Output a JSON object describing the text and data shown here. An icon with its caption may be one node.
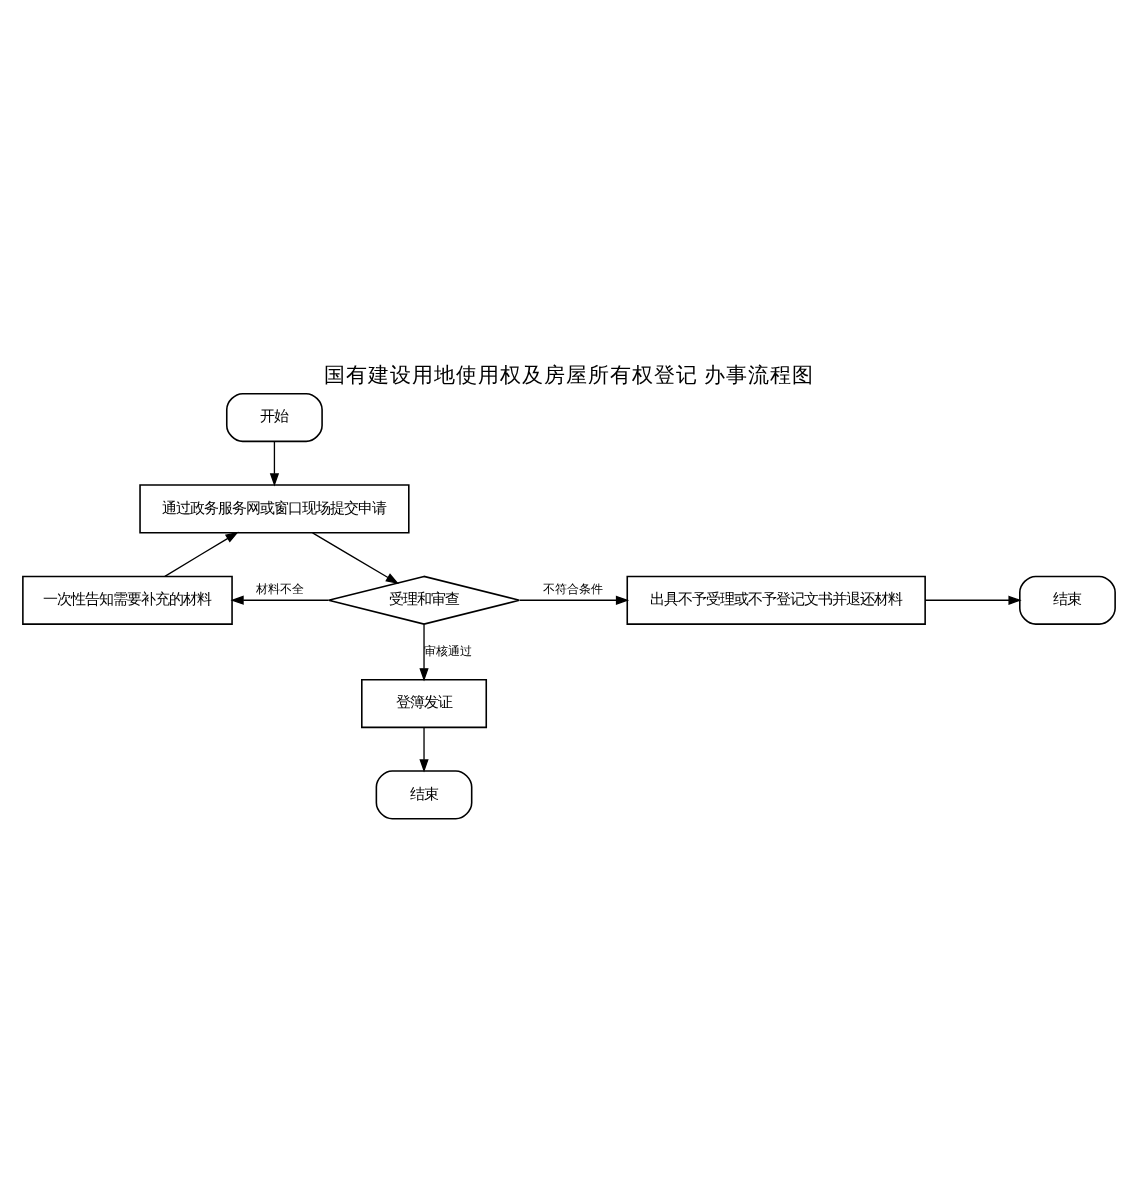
{
  "diagram": {
    "title": "国有建设用地使用权及房屋所有权登记 办事流程图",
    "nodes": [
      {
        "text": [
          "开始"
        ]
      },
      {
        "text": [
          "通过政务服务网或窗口现场提交申请"
        ]
      },
      {
        "text": [
          "一次性告知需要补充的材料"
        ]
      },
      {
        "text": [
          "受理和审查"
        ]
      },
      {
        "text": [
          "出具不予受理或不予登记文书并退还材料"
        ]
      },
      {
        "text": [
          "结束"
        ]
      },
      {
        "text": [
          "登簿发证"
        ]
      },
      {
        "text": [
          "结束"
        ]
      }
    ],
    "edges": [
      {
        "from": 0,
        "to": 1,
        "arrow": "to"
      },
      {
        "from": 1,
        "to": 3,
        "arrow": "to"
      },
      {
        "from": 3,
        "to": 2,
        "arrow": "to",
        "label": "材料不全"
      },
      {
        "from": 2,
        "to": 1,
        "arrow": "to"
      },
      {
        "from": 3,
        "to": 4,
        "arrow": "to",
        "label": "不符合条件"
      },
      {
        "from": 4,
        "to": 5,
        "arrow": "to"
      },
      {
        "from": 3,
        "to": 6,
        "arrow": "to",
        "label": "审核通过"
      },
      {
        "from": 6,
        "to": 7,
        "arrow": "to"
      }
    ]
  }
}
